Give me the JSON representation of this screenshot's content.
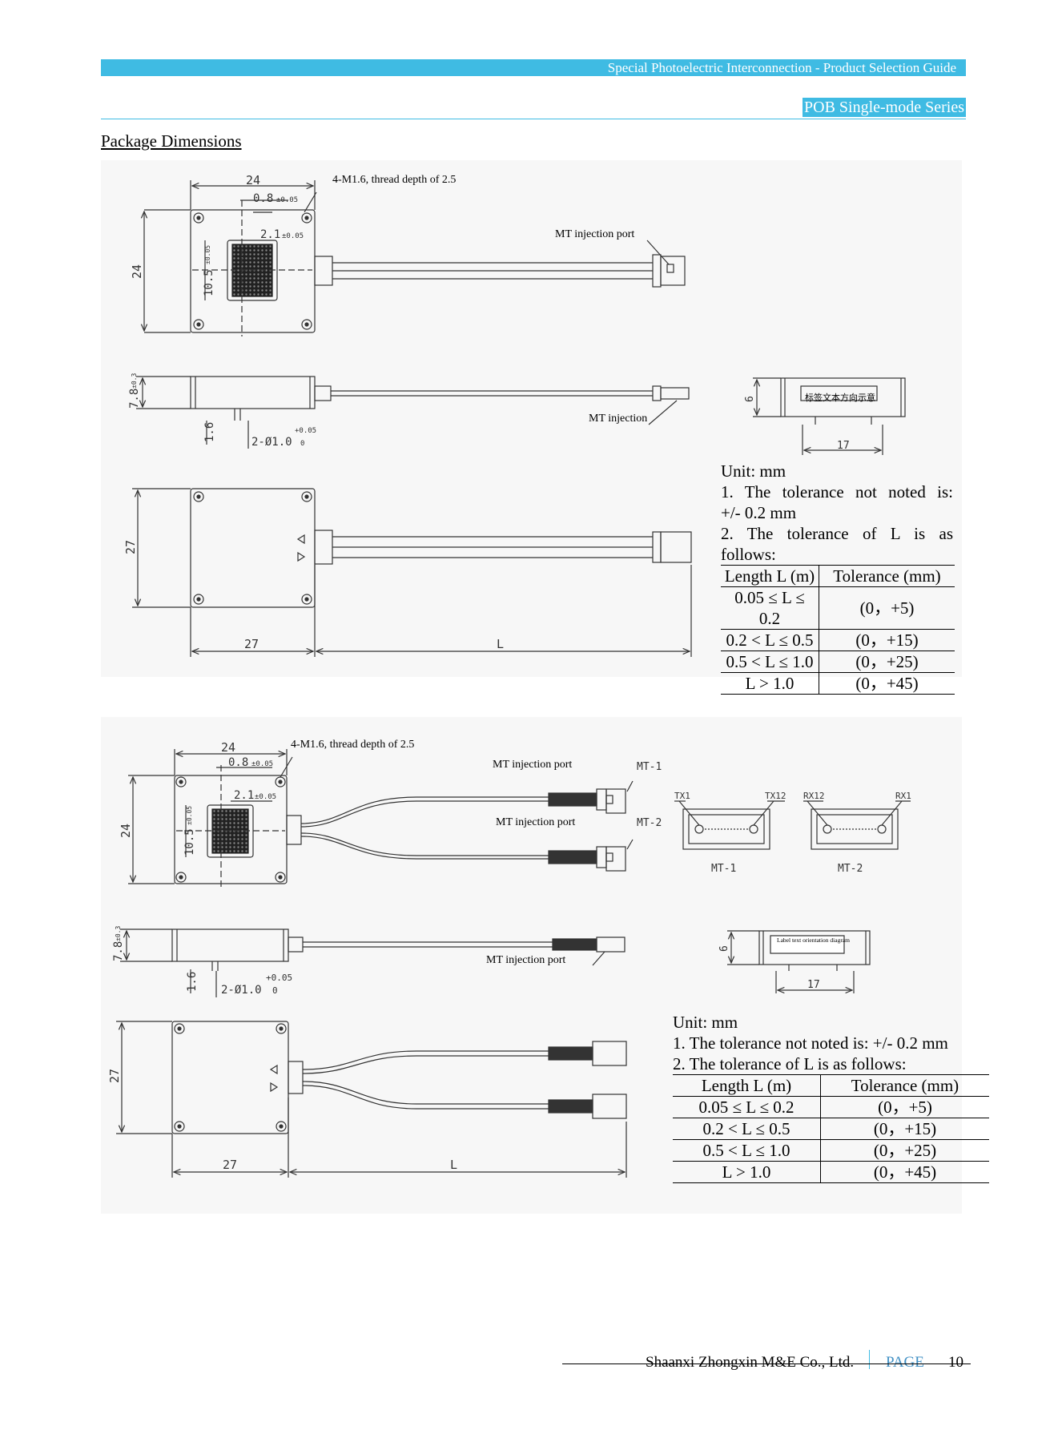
{
  "header": {
    "banner_text": "Special Photoelectric Interconnection - Product Selection Guide",
    "series_label": "POB Single-mode Series"
  },
  "section_title": "Package Dimensions",
  "drawing1": {
    "thread_note": "4-M1.6, thread depth of 2.5",
    "mt_port_label": "MT injection port",
    "mt_injection_label": "MT injection",
    "chinese_label": "标签文本方向示意",
    "dims": {
      "width_top": "24",
      "pitch": "0.8",
      "pitch_tol": "±0.05",
      "offset": "2.1",
      "offset_tol": "±0.05",
      "height_side": "24",
      "array": "10.5",
      "array_tol": "±0.05",
      "thickness": "7.8",
      "thickness_tol": "±0.3",
      "pin_len": "1.6",
      "pin_dia": "2-Ø1.0",
      "pin_tol_up": "+0.05",
      "pin_tol_low": "0",
      "conn_h": "6",
      "conn_w": "17",
      "body_h": "27",
      "body_w": "27",
      "cable": "L"
    }
  },
  "drawing2": {
    "thread_note": "4-M1.6, thread depth of 2.5",
    "mt_port_label_1": "MT injection port",
    "mt_port_label_2": "MT injection port",
    "mt_port_label_3": "MT injection port",
    "mt1": "MT-1",
    "mt2": "MT-2",
    "tx1": "TX1",
    "tx12": "TX12",
    "rx12": "RX12",
    "rx1": "RX1",
    "label_diagram": "Label text orientation diagram",
    "dims": {
      "width_top": "24",
      "pitch": "0.8",
      "pitch_tol": "±0.05",
      "offset": "2.1",
      "offset_tol": "±0.05",
      "height_side": "24",
      "array": "10.5",
      "array_tol": "±0.05",
      "thickness": "7.8",
      "thickness_tol": "±0.3",
      "pin_len": "1.6",
      "pin_dia": "2-Ø1.0",
      "pin_tol_up": "+0.05",
      "pin_tol_low": "0",
      "conn_h": "6",
      "conn_w": "17",
      "body_h": "27",
      "body_w": "27",
      "cable": "L"
    }
  },
  "notes1": {
    "unit": "Unit: mm",
    "line1": "1. The tolerance not noted is:",
    "line1b": "+/- 0.2 mm",
    "line2": "2. The tolerance of L is as",
    "line2b": "follows:",
    "table": {
      "headers": [
        "Length L (m)",
        "Tolerance (mm)"
      ],
      "rows": [
        [
          "0.05 ≤ L ≤ 0.2",
          "(0，+5)"
        ],
        [
          "0.2 < L ≤ 0.5",
          "(0，+15)"
        ],
        [
          "0.5 < L ≤ 1.0",
          "(0，+25)"
        ],
        [
          "L > 1.0",
          "(0，+45)"
        ]
      ]
    }
  },
  "notes2": {
    "unit": "Unit: mm",
    "line1": "1.  The tolerance not noted is: +/- 0.2 mm",
    "line2": "2. The tolerance of L is as follows:",
    "table": {
      "headers": [
        "Length L (m)",
        "Tolerance (mm)"
      ],
      "rows": [
        [
          "0.05 ≤ L ≤ 0.2",
          "(0，+5)"
        ],
        [
          "0.2 < L ≤ 0.5",
          "(0，+15)"
        ],
        [
          "0.5 < L ≤ 1.0",
          "(0，+25)"
        ],
        [
          "L > 1.0",
          "(0，+45)"
        ]
      ]
    }
  },
  "footer": {
    "company": "Shaanxi Zhongxin M&E Co., Ltd.",
    "page_label": "PAGE",
    "page_number": "10"
  }
}
